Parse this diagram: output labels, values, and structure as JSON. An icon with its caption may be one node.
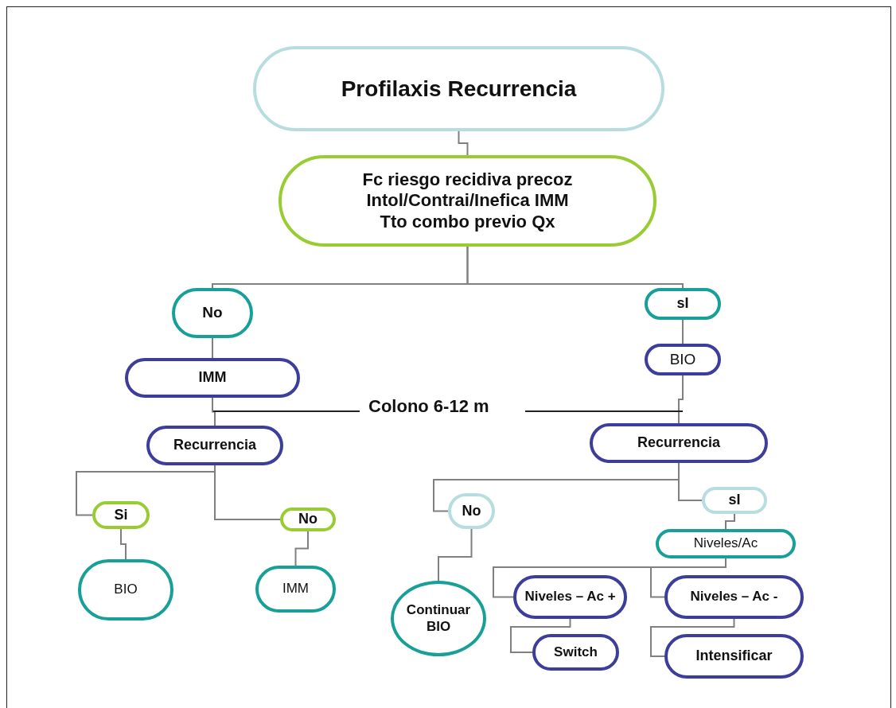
{
  "diagram": {
    "nodes": [
      {
        "text": [
          "Profilaxis Recurrencia"
        ]
      },
      {
        "text": [
          "Fc riesgo recidiva precoz",
          "Intol/Contrai/Inefica IMM",
          "Tto combo previo Qx"
        ]
      },
      {
        "text": [
          "No"
        ]
      },
      {
        "text": [
          "sI"
        ]
      },
      {
        "text": [
          "BIO"
        ]
      },
      {
        "text": [
          "IMM"
        ]
      },
      {
        "text": [
          "Recurrencia"
        ]
      },
      {
        "text": [
          "Recurrencia"
        ]
      },
      {
        "text": [
          "sI"
        ]
      },
      {
        "text": [
          "No"
        ]
      },
      {
        "text": [
          "Si"
        ]
      },
      {
        "text": [
          "No"
        ]
      },
      {
        "text": [
          "Niveles/Ac"
        ]
      },
      {
        "text": [
          "BIO"
        ]
      },
      {
        "text": [
          "IMM"
        ]
      },
      {
        "text": [
          "Niveles – Ac +"
        ]
      },
      {
        "text": [
          "Niveles – Ac -"
        ]
      },
      {
        "text": [
          "Continuar BIO"
        ]
      },
      {
        "text": [
          "Switch"
        ]
      },
      {
        "text": [
          "Intensificar"
        ]
      }
    ],
    "edges": [
      {
        "from": 0,
        "to": 1,
        "arrow": "none"
      },
      {
        "from": 1,
        "to": 2,
        "arrow": "none"
      },
      {
        "from": 1,
        "to": 3,
        "arrow": "none"
      },
      {
        "from": 3,
        "to": 4,
        "arrow": "none"
      },
      {
        "from": 2,
        "to": 5,
        "arrow": "none"
      },
      {
        "from": 5,
        "to": 6,
        "arrow": "none"
      },
      {
        "from": 4,
        "to": 7,
        "arrow": "none"
      },
      {
        "from": 7,
        "to": 9,
        "arrow": "none"
      },
      {
        "from": 7,
        "to": 8,
        "arrow": "none"
      },
      {
        "from": 6,
        "to": 10,
        "arrow": "none"
      },
      {
        "from": 6,
        "to": 11,
        "arrow": "none"
      },
      {
        "from": 8,
        "to": 12,
        "arrow": "none"
      },
      {
        "from": 10,
        "to": 13,
        "arrow": "none"
      },
      {
        "from": 11,
        "to": 14,
        "arrow": "none"
      },
      {
        "from": 12,
        "to": 15,
        "arrow": "none"
      },
      {
        "from": 12,
        "to": 16,
        "arrow": "none"
      },
      {
        "from": 9,
        "to": 17,
        "arrow": "none"
      },
      {
        "from": 15,
        "to": 18,
        "arrow": "none"
      },
      {
        "from": 16,
        "to": 19,
        "arrow": "none"
      }
    ],
    "labels": [
      "Colono 6-12 m"
    ]
  }
}
